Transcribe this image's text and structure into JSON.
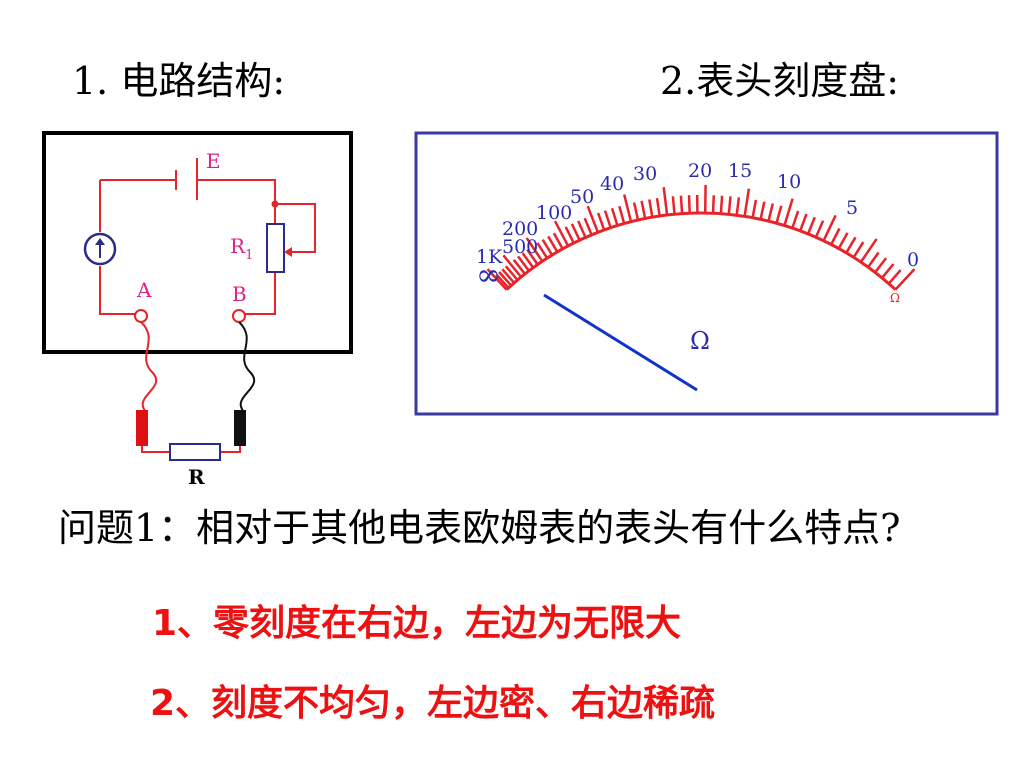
{
  "headings": {
    "circuit": "1.  电路结构:",
    "dial": "2.表头刻度盘:"
  },
  "circuit": {
    "battery_label": "E",
    "rheostat_label": "R",
    "rheostat_subscript": "1",
    "terminal_a": "A",
    "terminal_b": "B",
    "resistor_label": "R",
    "colors": {
      "wire": "#e8232a",
      "frame": "#000000",
      "meter": "#2b2b8a",
      "label": "#e0208a",
      "probe_red": "#dd1111",
      "probe_black": "#111111"
    }
  },
  "dial": {
    "scale_labels": [
      "∞",
      "1K",
      "500",
      "200",
      "100",
      "50",
      "40",
      "30",
      "20",
      "15",
      "10",
      "5",
      "0"
    ],
    "scale_values": [
      null,
      1000,
      500,
      200,
      100,
      50,
      40,
      30,
      20,
      15,
      10,
      5,
      0
    ],
    "unit_small": "Ω",
    "unit_center": "Ω",
    "colors": {
      "frame": "#3a3aa0",
      "scale": "#e8232a",
      "labels": "#2b2bb0",
      "needle": "#1133cc"
    }
  },
  "question": "问题1：相对于其他电表欧姆表的表头有什么特点?",
  "answers": [
    "1、零刻度在右边，左边为无限大",
    "2、刻度不均匀，左边密、右边稀疏"
  ]
}
